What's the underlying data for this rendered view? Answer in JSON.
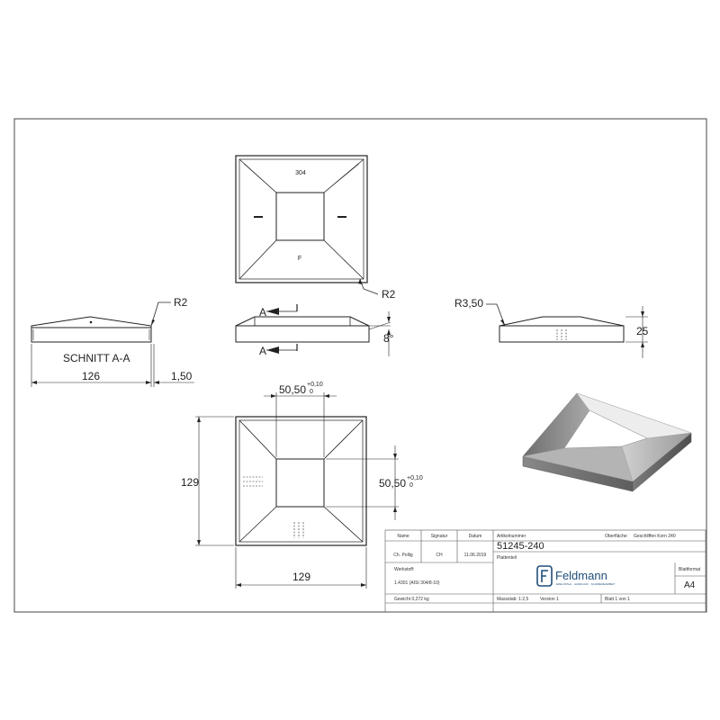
{
  "views": {
    "top": {
      "top_mark": "304",
      "bottom_mark": "F",
      "radius_label": "R2"
    },
    "section_left": {
      "radius_label": "R2",
      "section_title": "SCHNITT A-A",
      "width_label": "126",
      "thickness_label": "1,50"
    },
    "section_middle": {
      "cut_label_top": "A",
      "cut_label_bottom": "A",
      "angle_label": "8°"
    },
    "side_right": {
      "radius_label": "R3,50",
      "height_label": "25"
    },
    "front": {
      "opening_width_label": "50,50",
      "opening_width_tol_upper": "+0,10",
      "opening_width_tol_lower": "0",
      "opening_height_label": "50,50",
      "opening_height_tol_upper": "+0,10",
      "opening_height_tol_lower": "0",
      "outer_height_label": "129",
      "outer_width_label": "129"
    }
  },
  "title_block": {
    "name_header": "Name",
    "signature_header": "Signatur",
    "date_header": "Datum",
    "name_value": "Ch. Pollig",
    "signature_value": "CH",
    "date_value": "11.06.2019",
    "article_header": "Artikelnummer",
    "article_value": "51245-240",
    "surface_label": "Oberfläche:",
    "surface_value": "Geschliffen Korn 240",
    "designation_label": "Plattenteil",
    "material_header": "Werkstoff:",
    "material_value": "1.4301 (AISI 304/8-10)",
    "weight_label": "Gewicht 0,272 kg",
    "sheet_format_label": "Blattformat",
    "sheet_format_value": "A4",
    "scale_label": "Massstab: 1:2,5",
    "version_label": "Version 1",
    "sheet_label": "Blatt 1 von 1"
  },
  "logo": {
    "name": "Feldmann",
    "subtitle": "EDELSTAHL · HANDLAUF · SCHMIEDEARBEIT",
    "icon": "feldmann-f-logo-icon",
    "brand_color": "#1f4e7a"
  }
}
